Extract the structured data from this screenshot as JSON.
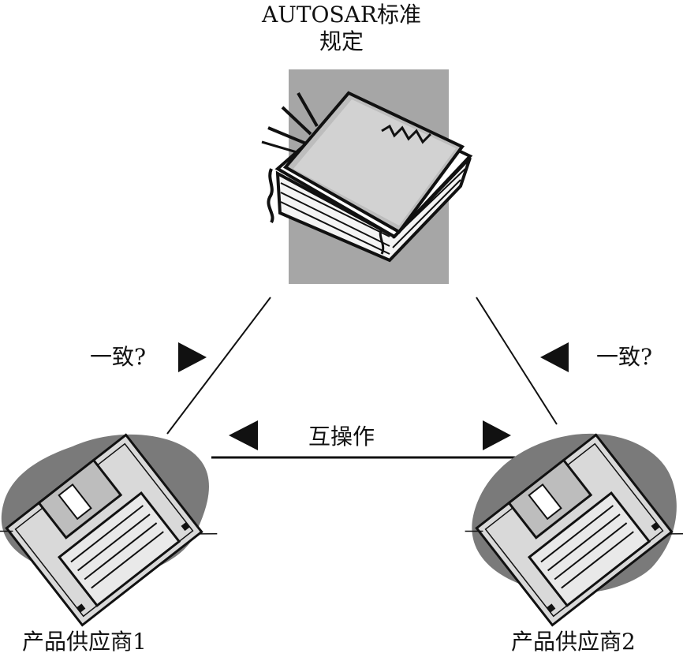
{
  "title": {
    "line1": "AUTOSAR标准",
    "line2": "规定"
  },
  "relations": {
    "left_consistency": "一致?",
    "right_consistency": "一致?",
    "interoperation": "互操作"
  },
  "vendors": [
    {
      "label": "产品供应商1"
    },
    {
      "label": "产品供应商2"
    }
  ],
  "icons": {
    "standard": "book-icon",
    "vendor": "floppy-disk-icon"
  },
  "colors": {
    "book_background": "#a6a6a6",
    "disk_blob": "#7a7a7a",
    "line": "#111111"
  }
}
